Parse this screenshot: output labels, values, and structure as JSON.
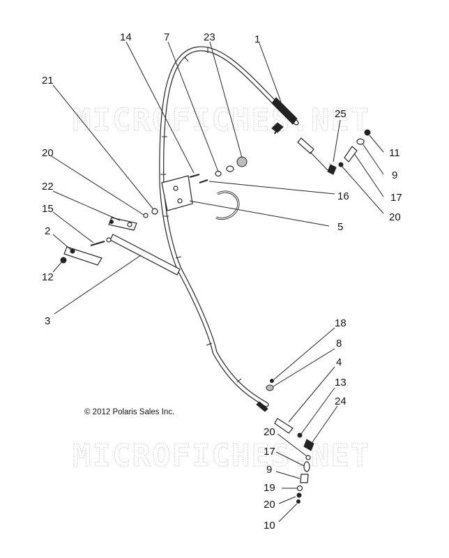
{
  "watermark": {
    "text_top": "MICROFICHES.NET",
    "text_bottom": "MICROFICHES.NET"
  },
  "copyright": "© 2012 Polaris Sales Inc.",
  "callouts": {
    "c1": "1",
    "c2": "2",
    "c3": "3",
    "c4": "4",
    "c5": "5",
    "c7": "7",
    "c8": "8",
    "c9a": "9",
    "c9b": "9",
    "c10": "10",
    "c11": "11",
    "c12": "12",
    "c13": "13",
    "c14": "14",
    "c15": "15",
    "c16": "16",
    "c17a": "17",
    "c17b": "17",
    "c18": "18",
    "c19": "19",
    "c20a": "20",
    "c20b": "20",
    "c20c": "20",
    "c20d": "20",
    "c21": "21",
    "c22": "22",
    "c23": "23",
    "c24": "24",
    "c25": "25"
  }
}
